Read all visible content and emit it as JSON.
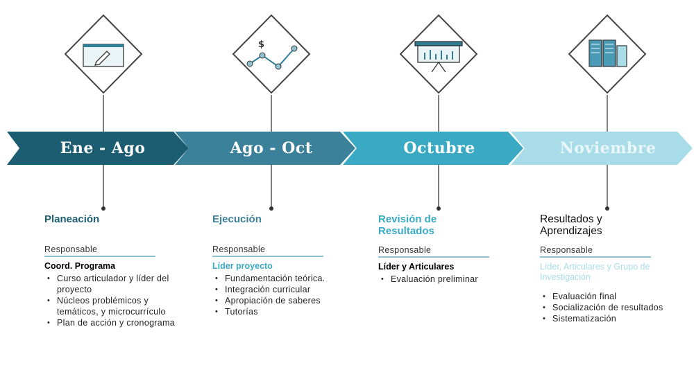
{
  "stages": [
    {
      "period": "Ene - Ago",
      "icon": "window-pencil-icon",
      "phase": "Planeación",
      "responsible_label": "Responsable",
      "responsible": "Coord. Programa",
      "items": [
        "Curso articulador y líder del proyecto",
        "Núcleos problémicos y temáticos, y microcurrículo",
        "Plan de acción y cronograma"
      ],
      "color": "#1c5d72"
    },
    {
      "period": "Ago - Oct",
      "icon": "dollar-line-chart-icon",
      "phase": "Ejecución",
      "responsible_label": "Responsable",
      "responsible": "Líder proyecto",
      "items": [
        "Fundamentación teórica.",
        "Integración curricular",
        "Apropiación de saberes",
        "Tutorías"
      ],
      "color": "#3b8199"
    },
    {
      "period": "Octubre",
      "icon": "presentation-board-icon",
      "phase": "Revisión de Resultados",
      "responsible_label": "Responsable",
      "responsible": "Líder y Articulares",
      "items": [
        "Evaluación preliminar"
      ],
      "color": "#3aaac4"
    },
    {
      "period": "Noviembre",
      "icon": "documents-bars-icon",
      "phase": "Resultados y Aprendizajes",
      "responsible_label": "Responsable",
      "responsible": "Líder, Articulares y Grupo de Investigación",
      "items": [
        "Evaluación final",
        "Socialización de resultados",
        "Sistematización"
      ],
      "color": "#a8dce8"
    }
  ]
}
